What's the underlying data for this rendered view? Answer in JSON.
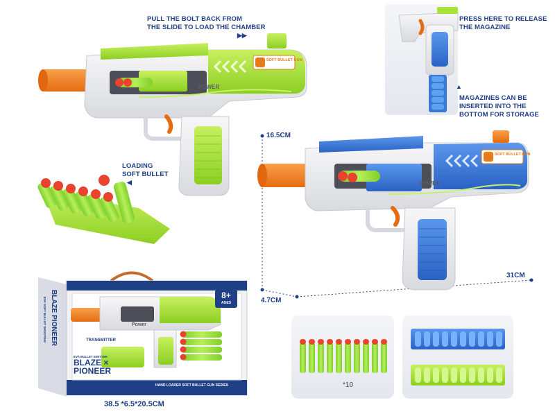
{
  "captions": {
    "bolt_line1": "PULL THE BOLT BACK FROM",
    "bolt_line2": "THE SLIDE TO LOAD THE CHAMBER",
    "release_line1": "PRESS HERE TO RELEASE",
    "release_line2": "THE MAGAZINE",
    "mag_line1": "MAGAZINES CAN BE",
    "mag_line2": "INSERTED INTO THE",
    "mag_line3": "BOTTOM FOR STORAGE",
    "loading_line1": "LOADING",
    "loading_line2": "SOFT BULLET",
    "arrows_right": "▶▶",
    "arrow_up": "▲",
    "arrow_small": "◀"
  },
  "dimensions": {
    "height": "16.5CM",
    "length": "31CM",
    "width": "4.7CM",
    "box": "38.5 *6.5*20.5CM"
  },
  "gun_labels": {
    "soft_bullet_gun": "SOFT BULLET GUN",
    "power": "POWER",
    "box_power": "Power",
    "transmitter": "TRANSMITTER"
  },
  "box": {
    "age": "8+",
    "age_sub": "AGES",
    "brand_line1": "BLAZE",
    "brand_line2": "PIONEER",
    "brand_x": "×",
    "brand_top": "EVA BULLET EMITTER",
    "tagline": "HAND LOADED SOFT BULLET GUN SERIES",
    "side_text": "BLAZE PIONEER",
    "side_sub": "EVA SOFT BULLET SHOOTING"
  },
  "accessories": {
    "dart_count": "*10"
  },
  "colors": {
    "accent_green": "#a9e33a",
    "accent_blue": "#3b79d6",
    "dart_tip": "#e9432f",
    "barrel_orange": "#f07f1f",
    "caption": "#1f3f86"
  }
}
